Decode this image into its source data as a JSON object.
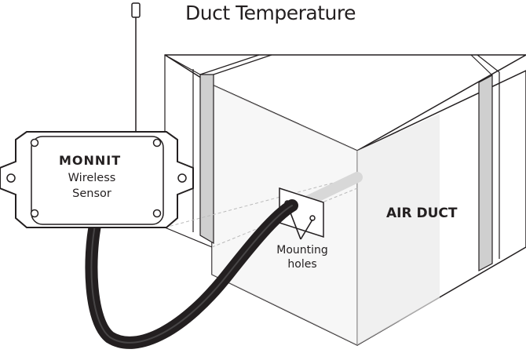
{
  "title": "Duct Temperature",
  "sensor": {
    "brand": "MONNIT",
    "label_line1": "Wireless",
    "label_line2": "Sensor"
  },
  "duct_label": "AIR DUCT",
  "mounting_label": {
    "line1": "Mounting",
    "line2": "holes"
  }
}
